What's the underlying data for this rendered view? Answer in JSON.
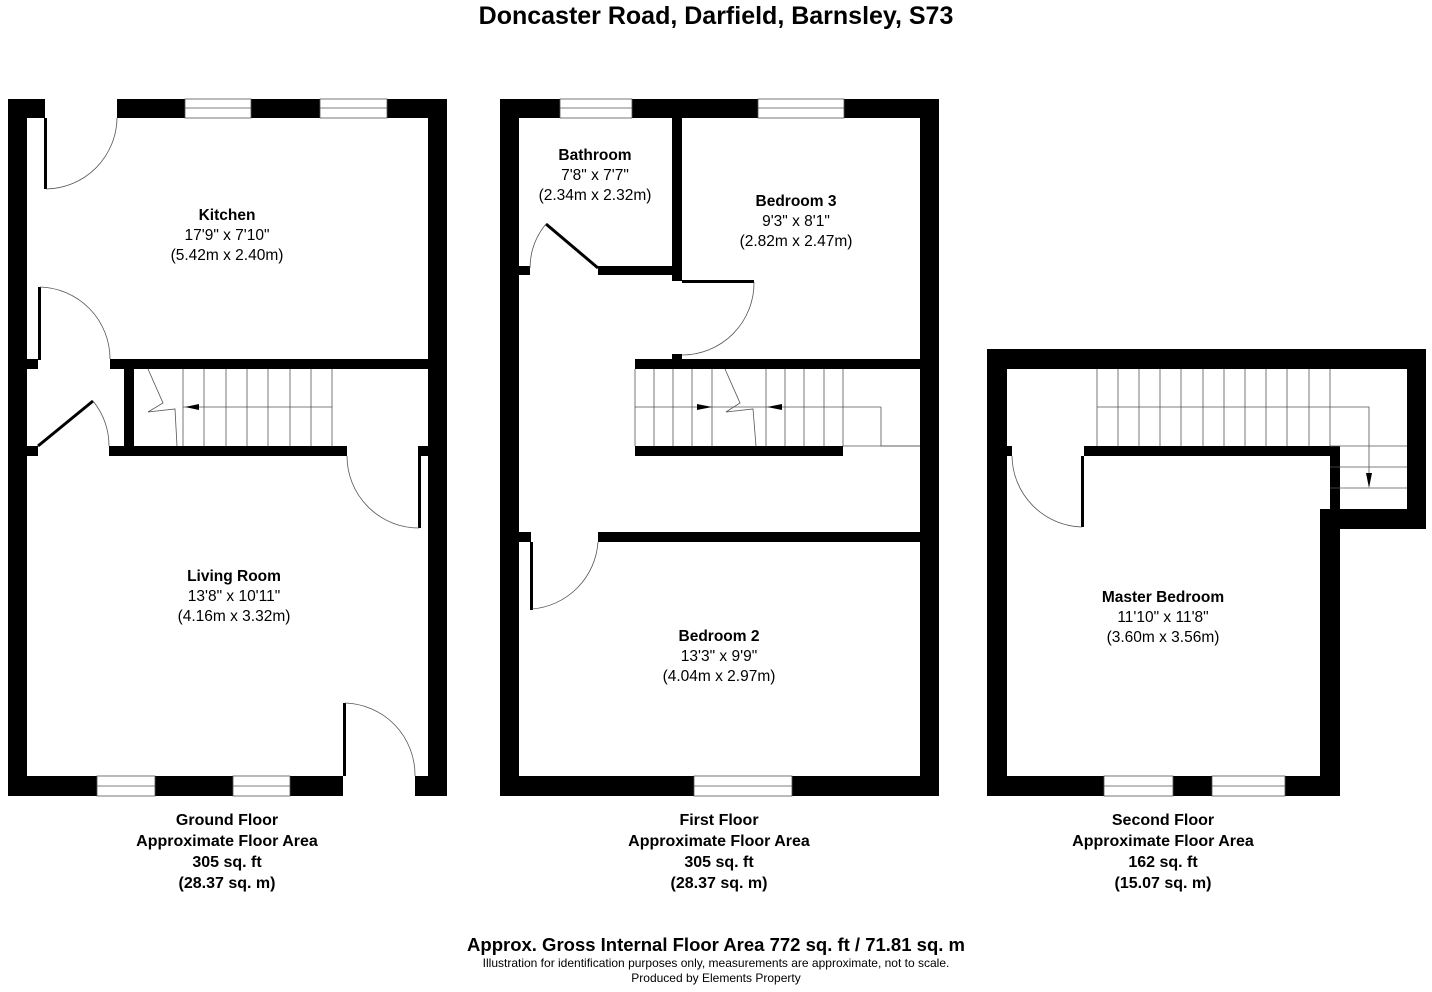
{
  "title": "Doncaster Road, Darfield, Barnsley, S73",
  "colors": {
    "wall": "#000000",
    "background": "#ffffff",
    "line": "#555555",
    "window": "#ffffff"
  },
  "floors": [
    {
      "name": "Ground Floor",
      "area_label": "Approximate Floor Area",
      "area_sqft": "305 sq. ft",
      "area_sqm": "(28.37 sq. m)",
      "rooms": [
        {
          "name": "Kitchen",
          "imperial": "17'9\" x 7'10\"",
          "metric": "(5.42m x 2.40m)"
        },
        {
          "name": "Living Room",
          "imperial": "13'8\" x 10'11\"",
          "metric": "(4.16m x 3.32m)"
        }
      ]
    },
    {
      "name": "First Floor",
      "area_label": "Approximate Floor Area",
      "area_sqft": "305 sq. ft",
      "area_sqm": "(28.37 sq. m)",
      "rooms": [
        {
          "name": "Bathroom",
          "imperial": "7'8\" x 7'7\"",
          "metric": "(2.34m x 2.32m)"
        },
        {
          "name": "Bedroom 3",
          "imperial": "9'3\" x 8'1\"",
          "metric": "(2.82m x 2.47m)"
        },
        {
          "name": "Bedroom 2",
          "imperial": "13'3\" x 9'9\"",
          "metric": "(4.04m x 2.97m)"
        }
      ]
    },
    {
      "name": "Second Floor",
      "area_label": "Approximate Floor Area",
      "area_sqft": "162 sq. ft",
      "area_sqm": "(15.07 sq. m)",
      "rooms": [
        {
          "name": "Master Bedroom",
          "imperial": "11'10\" x 11'8\"",
          "metric": "(3.60m x 3.56m)"
        }
      ]
    }
  ],
  "footer": {
    "gross_area": "Approx. Gross Internal Floor Area 772 sq. ft / 71.81 sq. m",
    "disclaimer": "Illustration for identification purposes only, measurements are approximate, not to scale.",
    "producer": "Produced by Elements Property"
  },
  "icons": {
    "stairs": "stairs-icon",
    "door": "door-swing-icon",
    "window": "window-icon",
    "arrow": "stair-direction-arrow-icon"
  }
}
